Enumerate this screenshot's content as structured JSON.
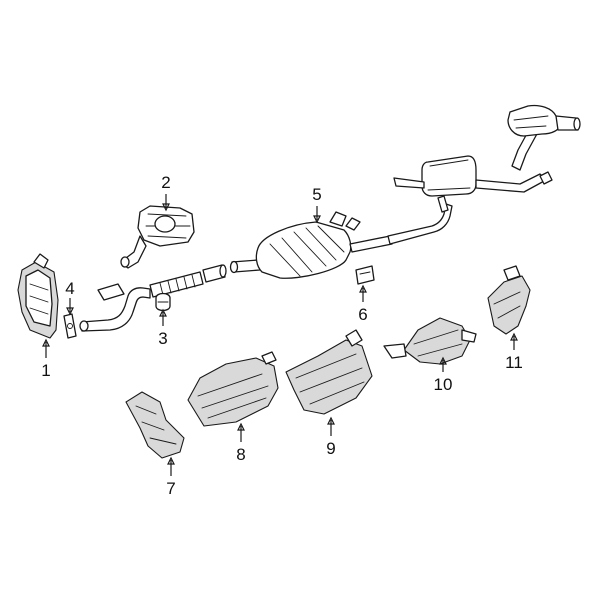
{
  "diagram": {
    "callouts": [
      {
        "id": "1",
        "label": "1"
      },
      {
        "id": "2",
        "label": "2"
      },
      {
        "id": "3",
        "label": "3"
      },
      {
        "id": "4",
        "label": "4"
      },
      {
        "id": "5",
        "label": "5"
      },
      {
        "id": "6",
        "label": "6"
      },
      {
        "id": "7",
        "label": "7"
      },
      {
        "id": "8",
        "label": "8"
      },
      {
        "id": "9",
        "label": "9"
      },
      {
        "id": "10",
        "label": "10"
      },
      {
        "id": "11",
        "label": "11"
      }
    ],
    "colors": {
      "line": "#1a1a1a",
      "fill": "#ffffff",
      "shade": "#d9d9d9",
      "background": "#ffffff"
    }
  }
}
